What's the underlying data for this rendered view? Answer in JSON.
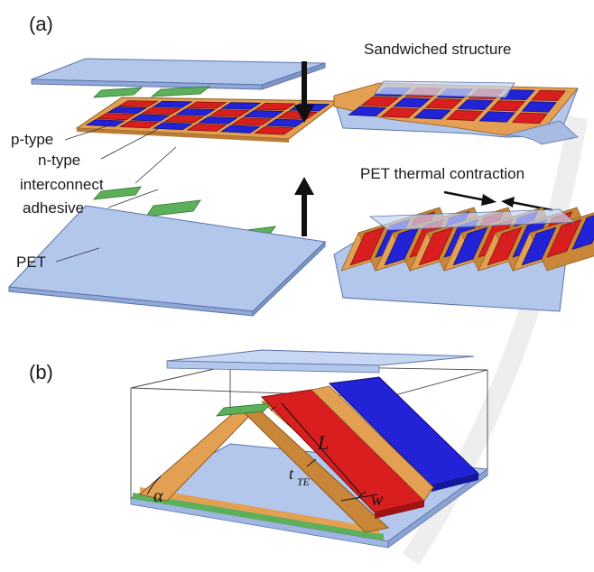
{
  "panel_a": {
    "label": "(a)",
    "layer_labels": {
      "p_type": "p-type",
      "n_type": "n-type",
      "interconnect": "interconnect",
      "adhesive": "adhesive",
      "pet": "PET"
    },
    "step1_title": "Sandwiched structure",
    "step2_title": "PET thermal contraction"
  },
  "panel_b": {
    "label": "(b)",
    "symbols": {
      "length": "L",
      "thickness_main": "t",
      "thickness_sub": "TE",
      "width": "w",
      "angle": "α"
    }
  },
  "colors": {
    "p_type": "#d81e1e",
    "n_type": "#2222d6",
    "interconnect": "#e4a052",
    "adhesive": "#5cb05a",
    "pet": "#b3c6ec",
    "pet_edge": "#5d74a8"
  }
}
